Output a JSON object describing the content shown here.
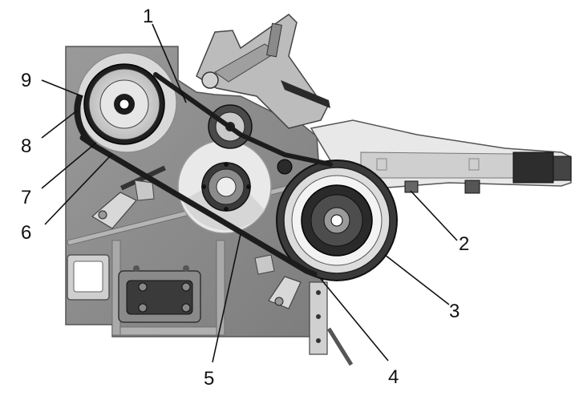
{
  "figure": {
    "callouts": [
      {
        "label": "1"
      },
      {
        "label": "2"
      },
      {
        "label": "3"
      },
      {
        "label": "4"
      },
      {
        "label": "5"
      },
      {
        "label": "6"
      },
      {
        "label": "7"
      },
      {
        "label": "8"
      },
      {
        "label": "9"
      }
    ]
  },
  "colors": {
    "frame": "#8f8f8f",
    "belt": "#1c1c1c",
    "pulley_light": "#e6e6e6",
    "pulley_dark": "#2a2a2a",
    "background": "#ffffff"
  }
}
